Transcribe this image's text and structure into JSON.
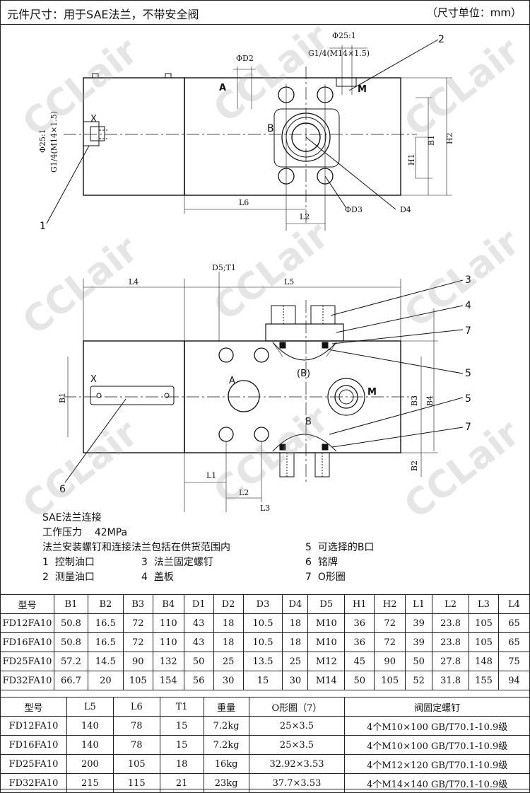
{
  "header": {
    "title": "元件尺寸：用于SAE法兰，不带安全阀",
    "unit": "（尺寸单位：mm）"
  },
  "watermark": "CCLair",
  "drawing_labels": {
    "top": {
      "phi25": "Φ25:1",
      "g14": "G1/4(M14×1.5)",
      "phiD2": "ΦD2",
      "A": "A",
      "M": "M",
      "B": "B",
      "X": "X",
      "phi25_left": "Φ25:1",
      "g14_left": "G1/4(M14×1.5)",
      "B1": "B1",
      "H1": "H1",
      "H2": "H2",
      "L6": "L6",
      "L2": "L2",
      "phiD3": "ΦD3",
      "D4": "D4",
      "n1": "1",
      "n2": "2"
    },
    "bottom": {
      "D5T1": "D5;T1",
      "L4": "L4",
      "L5": "L5",
      "X": "X",
      "A": "A",
      "M": "M",
      "Bp": "(B)",
      "B": "B",
      "B1": "B1",
      "B2": "B2",
      "B3": "B3",
      "B4": "B4",
      "L1": "L1",
      "L2": "L2",
      "L3": "L3",
      "n3": "3",
      "n4": "4",
      "n7a": "7",
      "n5a": "5",
      "n5b": "5",
      "n7b": "7",
      "n6": "6"
    }
  },
  "notes": {
    "line1": "SAE法兰连接",
    "line2_label": "工作压力",
    "line2_value": "42MPa",
    "line3": "法兰安装螺钉和连接法兰包括在供货范围内",
    "items": [
      {
        "num": "1",
        "text": "控制油口"
      },
      {
        "num": "2",
        "text": "测量油口"
      },
      {
        "num": "3",
        "text": "法兰固定螺钉"
      },
      {
        "num": "4",
        "text": "盖板"
      },
      {
        "num": "5",
        "text": "可选择的B口"
      },
      {
        "num": "6",
        "text": "铭牌"
      },
      {
        "num": "7",
        "text": "O形圈"
      }
    ]
  },
  "table1": {
    "headers": [
      "型号",
      "B1",
      "B2",
      "B3",
      "B4",
      "D1",
      "D2",
      "D3",
      "D4",
      "D5",
      "H1",
      "H2",
      "L1",
      "L2",
      "L3",
      "L4"
    ],
    "rows": [
      [
        "FD12FA10",
        "50.8",
        "16.5",
        "72",
        "110",
        "43",
        "18",
        "10.5",
        "18",
        "M10",
        "36",
        "72",
        "39",
        "23.8",
        "105",
        "65"
      ],
      [
        "FD16FA10",
        "50.8",
        "16.5",
        "72",
        "110",
        "43",
        "18",
        "10.5",
        "18",
        "M10",
        "36",
        "72",
        "39",
        "23.8",
        "105",
        "65"
      ],
      [
        "FD25FA10",
        "57.2",
        "14.5",
        "90",
        "132",
        "50",
        "25",
        "13.5",
        "25",
        "M12",
        "45",
        "90",
        "50",
        "27.8",
        "148",
        "75"
      ],
      [
        "FD32FA10",
        "66.7",
        "20",
        "105",
        "154",
        "56",
        "30",
        "15",
        "30",
        "M14",
        "50",
        "105",
        "52",
        "31.8",
        "155",
        "94"
      ]
    ]
  },
  "table2": {
    "headers": [
      "型号",
      "L5",
      "L6",
      "T1",
      "重量",
      "O形圈（7）",
      "阀固定螺钉"
    ],
    "rows": [
      [
        "FD12FA10",
        "140",
        "78",
        "15",
        "7.2kg",
        "25×3.5",
        "4个M10×100 GB/T70.1-10.9级"
      ],
      [
        "FD16FA10",
        "140",
        "78",
        "15",
        "7.2kg",
        "25×3.5",
        "4个M10×100 GB/T70.1-10.9级"
      ],
      [
        "FD25FA10",
        "200",
        "105",
        "18",
        "16kg",
        "32.92×3.53",
        "4个M12×120 GB/T70.1-10.9级"
      ],
      [
        "FD32FA10",
        "215",
        "115",
        "21",
        "23kg",
        "37.7×3.53",
        "4个M14×140 GB/T70.1-10.9级"
      ]
    ]
  }
}
